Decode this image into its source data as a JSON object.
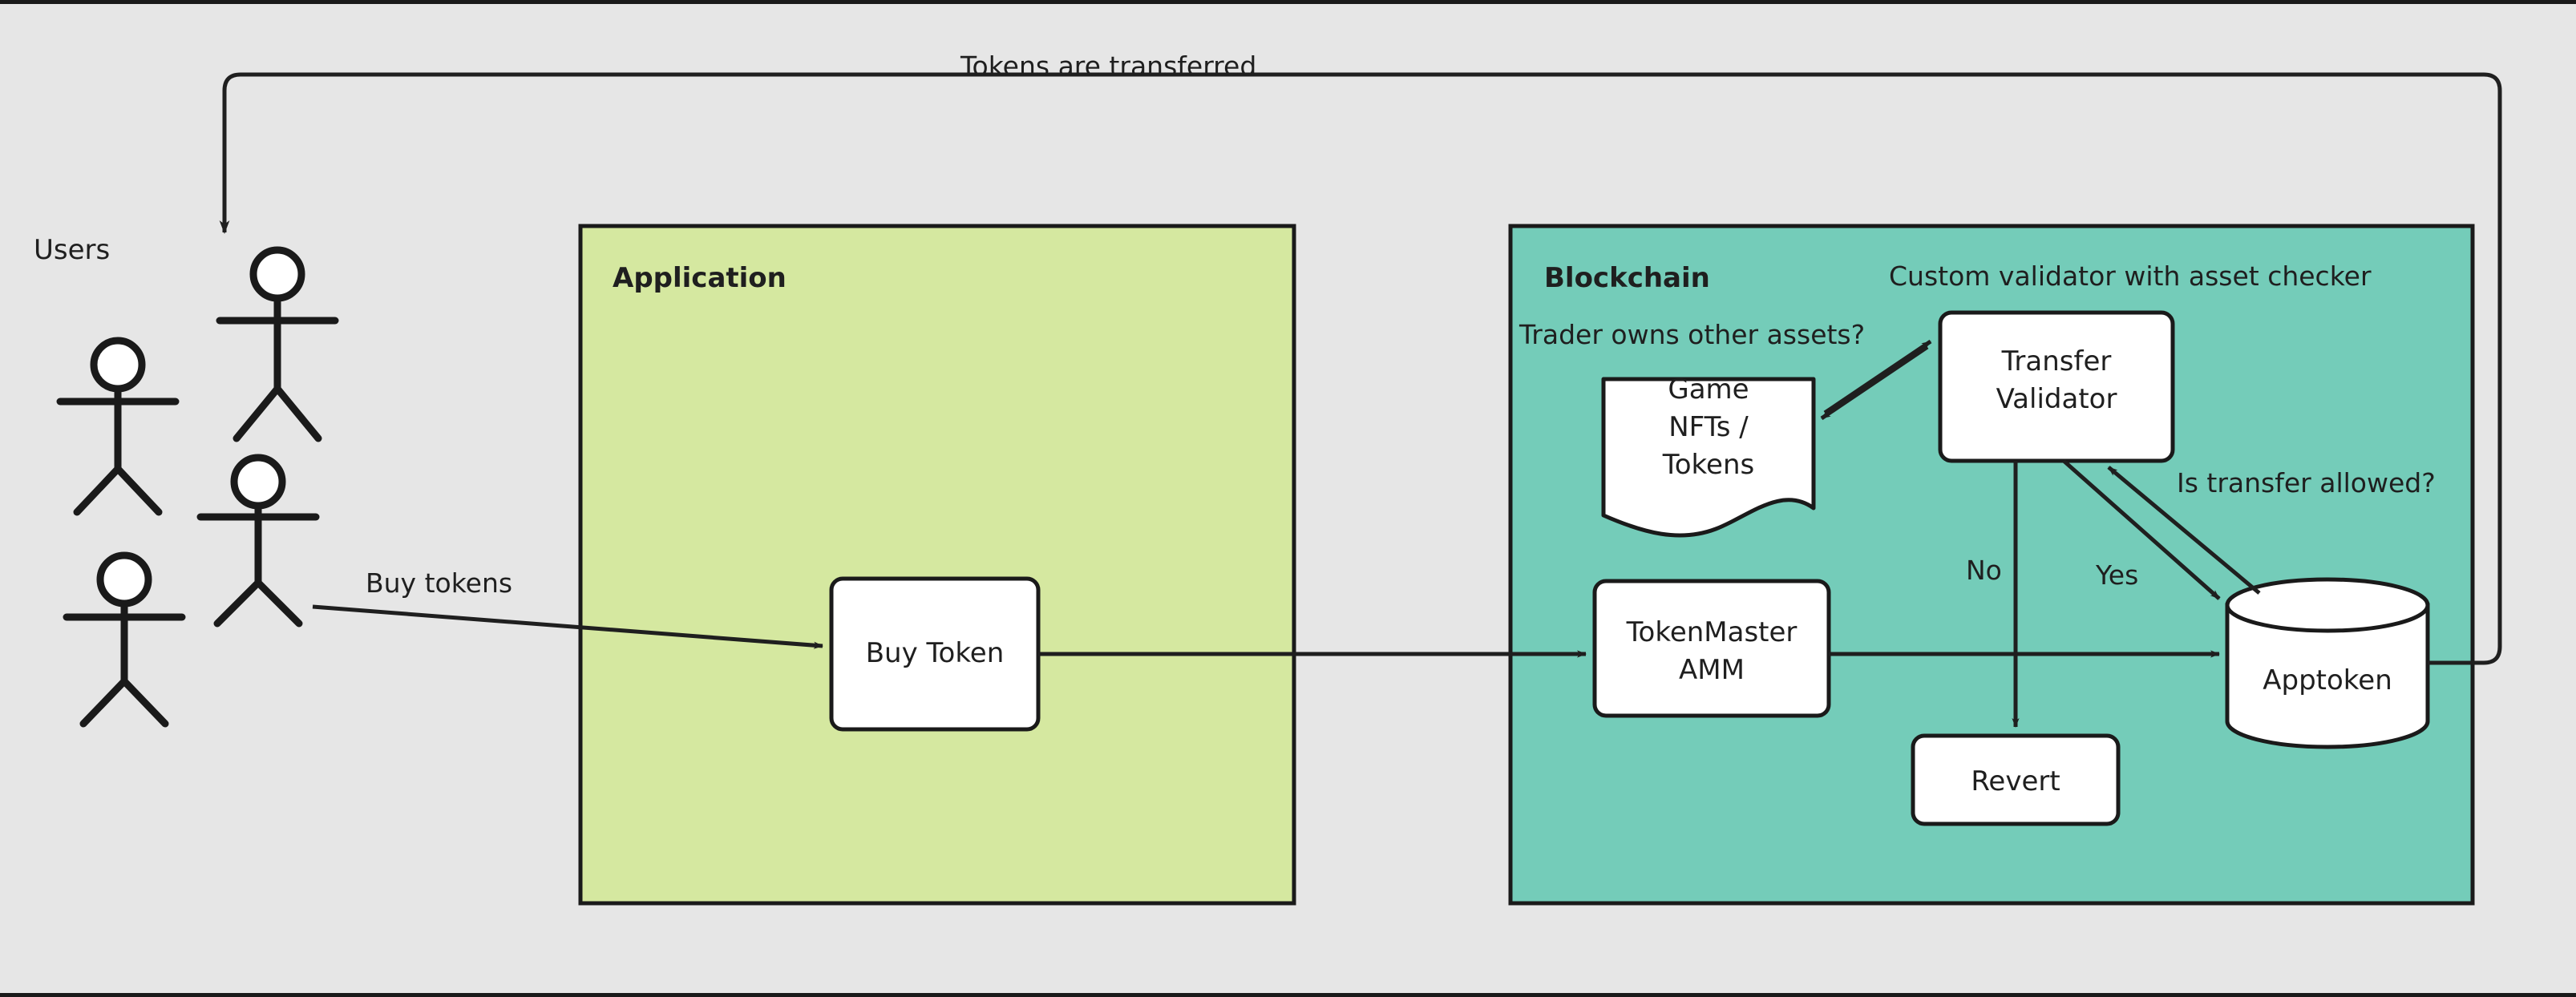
{
  "diagram": {
    "title_edge": "Tokens are transferred",
    "background_color": "#e6e6e6",
    "actor_group_label": "Users",
    "groups": [
      {
        "id": "application",
        "label": "Application",
        "fill": "#d5e8a0",
        "stroke": "#1a1a1a"
      },
      {
        "id": "blockchain",
        "label": "Blockchain",
        "fill": "#74ccb9",
        "stroke": "#1a1a1a"
      }
    ],
    "nodes": [
      {
        "id": "buy-token",
        "label": "Buy Token",
        "shape": "rounded-rect",
        "fill": "#ffffff"
      },
      {
        "id": "game-nfts-tokens",
        "label": "Game\nNFTs /\nTokens",
        "shape": "document",
        "fill": "#ffffff"
      },
      {
        "id": "transfer-validator",
        "label": "Transfer\nValidator",
        "shape": "rounded-rect",
        "fill": "#ffffff"
      },
      {
        "id": "tokenmaster-amm",
        "label": "TokenMaster\nAMM",
        "shape": "rounded-rect",
        "fill": "#ffffff"
      },
      {
        "id": "revert",
        "label": "Revert",
        "shape": "rounded-rect",
        "fill": "#ffffff"
      },
      {
        "id": "apptoken",
        "label": "Apptoken",
        "shape": "cylinder",
        "fill": "#ffffff"
      }
    ],
    "edge_labels": [
      {
        "id": "tokens-are-transferred",
        "text": "Tokens are transferred"
      },
      {
        "id": "buy-tokens",
        "text": "Buy tokens"
      },
      {
        "id": "trader-owns-other-assets",
        "text": "Trader owns other assets?"
      },
      {
        "id": "custom-validator-with-asset-checker",
        "text": "Custom validator with asset checker"
      },
      {
        "id": "is-transfer-allowed",
        "text": "Is transfer allowed?"
      },
      {
        "id": "no",
        "text": "No"
      },
      {
        "id": "yes",
        "text": "Yes"
      }
    ],
    "node_text": {
      "buy_token": "Buy Token",
      "game_line1": "Game",
      "game_line2": "NFTs /",
      "game_line3": "Tokens",
      "validator_line1": "Transfer",
      "validator_line2": "Validator",
      "amm_line1": "TokenMaster",
      "amm_line2": "AMM",
      "revert": "Revert",
      "apptoken": "Apptoken"
    },
    "actors": [
      {
        "id": "user-1"
      },
      {
        "id": "user-2"
      },
      {
        "id": "user-3"
      }
    ]
  }
}
